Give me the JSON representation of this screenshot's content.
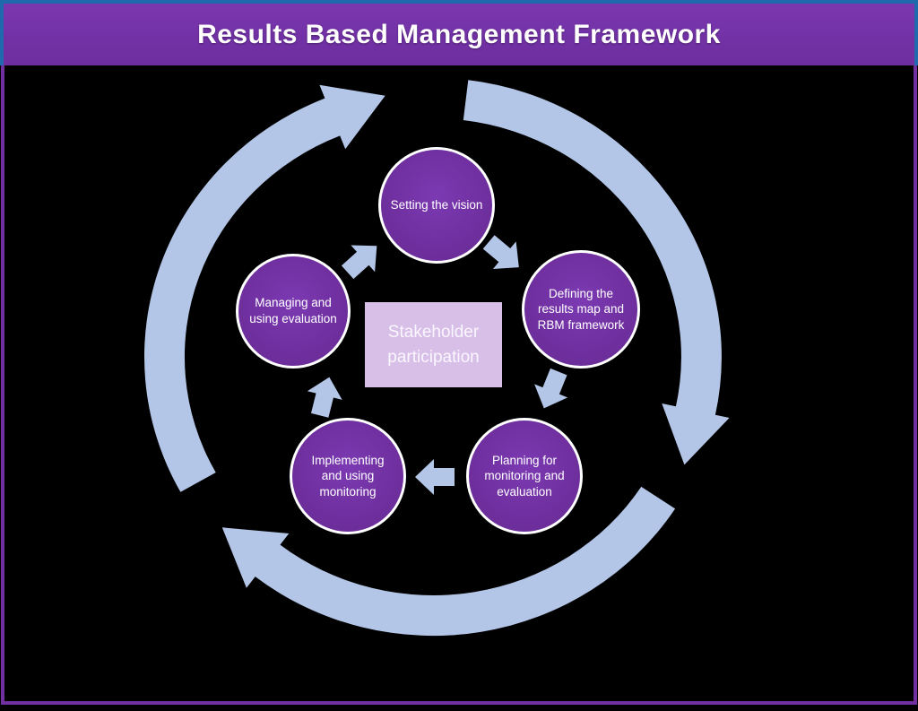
{
  "header": {
    "title": "Results Based Management Framework"
  },
  "diagram": {
    "center_label": "Stakeholder participation",
    "nodes": [
      {
        "id": "setting-the-vision",
        "label": "Setting the vision"
      },
      {
        "id": "defining-results-map",
        "label": "Defining the results map and RBM framework"
      },
      {
        "id": "planning-monitoring-evaluation",
        "label": "Planning for monitoring and evaluation"
      },
      {
        "id": "implementing-using-monitoring",
        "label": "Implementing and using monitoring"
      },
      {
        "id": "managing-using-evaluation",
        "label": "Managing and using evaluation"
      }
    ],
    "cycle_direction": "clockwise",
    "colors": {
      "header_background": "#7232A6",
      "header_border": "#1E6AAD",
      "canvas_background": "#000000",
      "node_fill": "#7030A0",
      "node_border": "#FFFFFF",
      "center_fill": "#D8BFE8",
      "cycle_arrow": "#B4C6E7",
      "frame_border": "#7030A0",
      "text": "#FFFFFF"
    }
  }
}
